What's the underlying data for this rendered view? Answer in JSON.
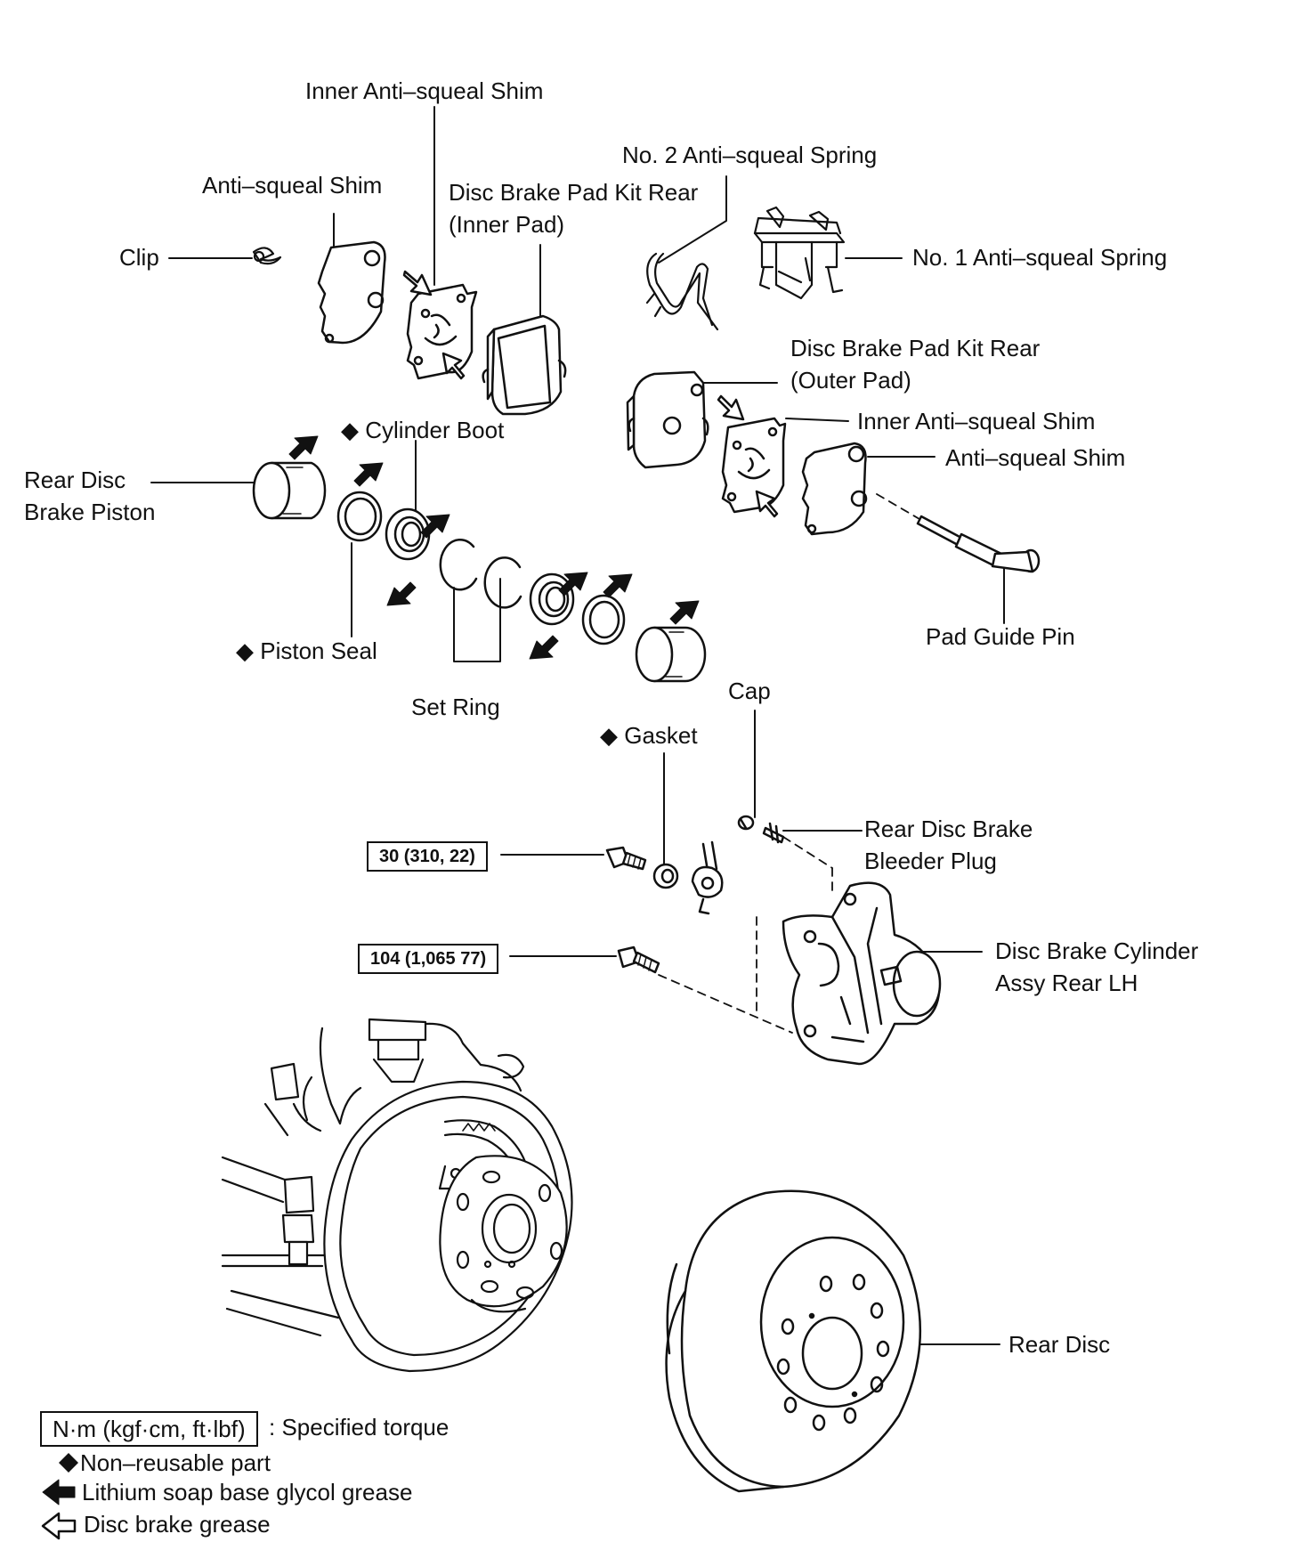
{
  "labels": {
    "inner_shim_top": "Inner Anti–squeal Shim",
    "no2_spring": "No. 2 Anti–squeal Spring",
    "anti_shim_left": "Anti–squeal Shim",
    "pad_inner": [
      "Disc Brake Pad Kit Rear",
      "(Inner Pad)"
    ],
    "clip": "Clip",
    "no1_spring": "No. 1 Anti–squeal Spring",
    "pad_outer": [
      "Disc Brake Pad Kit Rear",
      "(Outer Pad)"
    ],
    "cylinder_boot": "Cylinder Boot",
    "inner_shim_right": "Inner Anti–squeal Shim",
    "anti_shim_right": "Anti–squeal Shim",
    "piston": [
      "Rear Disc",
      "Brake Piston"
    ],
    "piston_seal": "Piston Seal",
    "pad_guide_pin": "Pad Guide Pin",
    "set_ring": "Set Ring",
    "cap": "Cap",
    "gasket": "Gasket",
    "bleeder": [
      "Rear Disc Brake",
      "Bleeder Plug"
    ],
    "cylinder_assy": [
      "Disc  Brake Cylinder",
      "Assy Rear LH"
    ],
    "rear_disc": "Rear Disc"
  },
  "torques": {
    "union_bolt": "30 (310, 22)",
    "mount_bolt": "104 (1,065 77)"
  },
  "legend": {
    "torque_box": "N·m (kgf·cm, ft·lbf)",
    "torque_desc": ": Specified torque",
    "non_reusable": "Non–reusable part",
    "lithium": "Lithium soap base glycol grease",
    "disc_grease": "Disc brake grease"
  },
  "symbols": {
    "non_reusable_marker": "◆"
  },
  "icons": [
    "diamond-icon",
    "solid-arrow-icon",
    "hollow-arrow-icon"
  ]
}
